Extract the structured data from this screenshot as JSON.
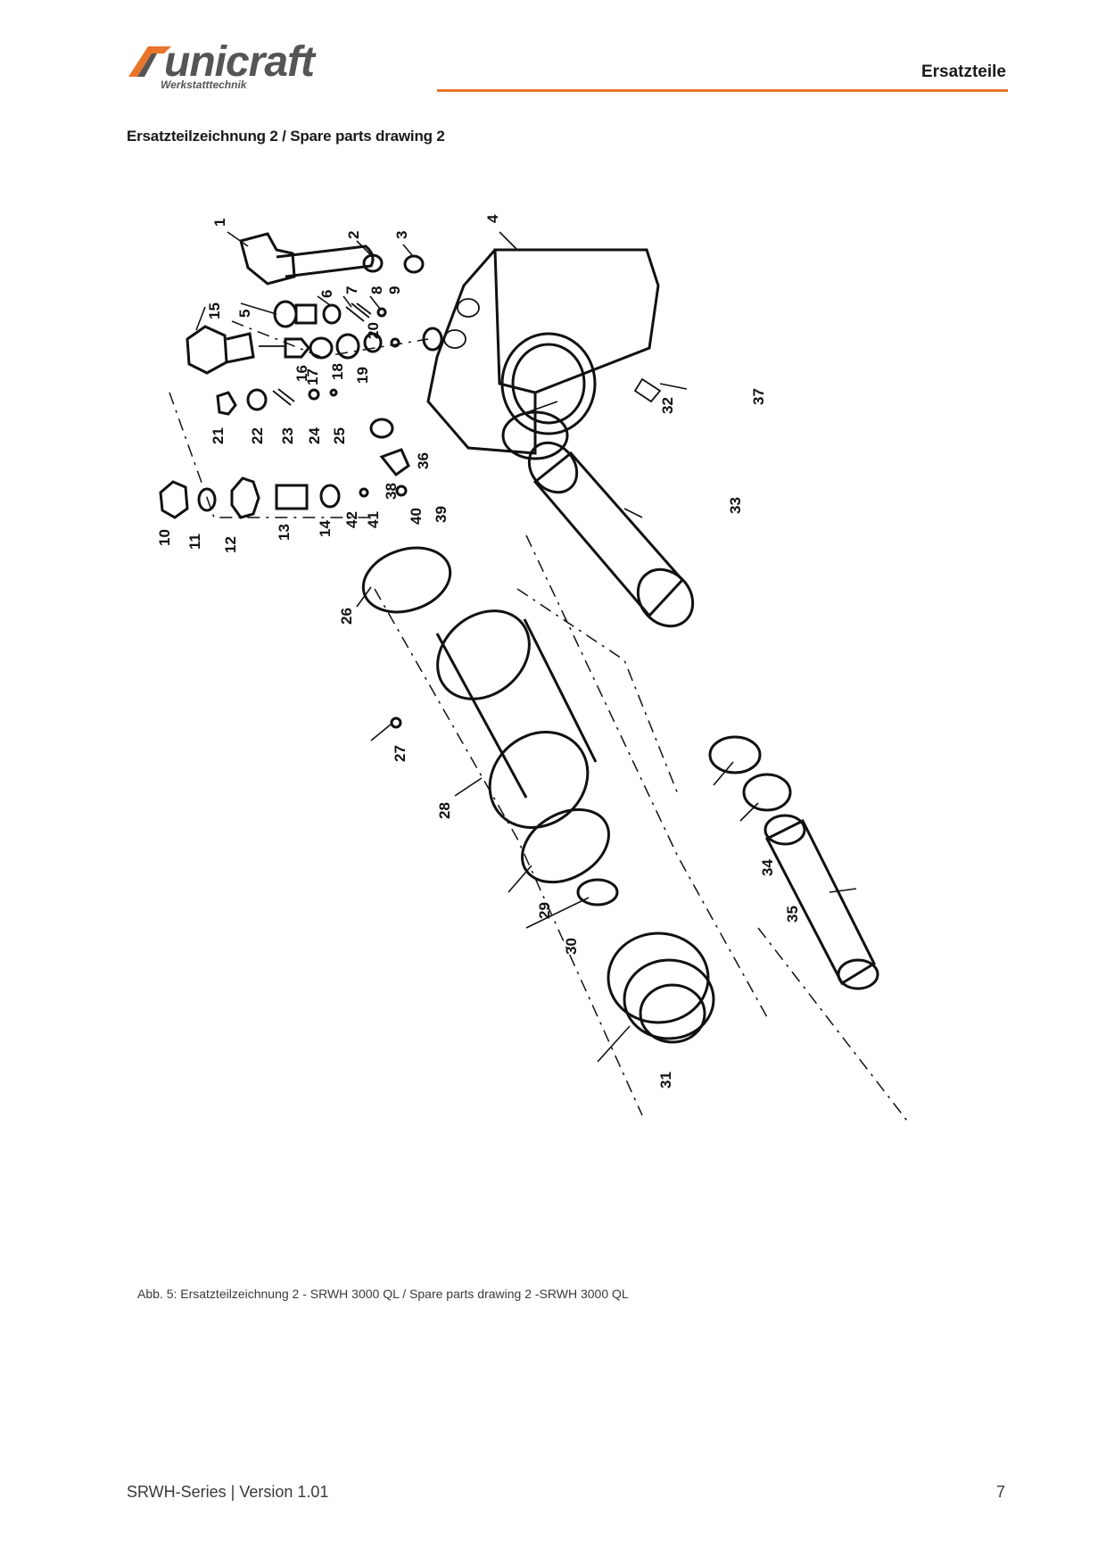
{
  "header": {
    "brand": "unicraft",
    "brand_tagline": "Werkstatttechnik",
    "section": "Ersatzteile",
    "accent_color": "#e87529"
  },
  "title": "Ersatzteilzeichnung 2 / Spare parts drawing 2",
  "drawing": {
    "part_numbers": [
      "1",
      "2",
      "3",
      "4",
      "5",
      "6",
      "7",
      "8",
      "9",
      "10",
      "11",
      "12",
      "13",
      "14",
      "15",
      "16",
      "17",
      "18",
      "19",
      "20",
      "21",
      "22",
      "23",
      "24",
      "25",
      "26",
      "27",
      "28",
      "29",
      "30",
      "31",
      "32",
      "33",
      "34",
      "35",
      "36",
      "37",
      "38",
      "39",
      "40",
      "41",
      "42"
    ]
  },
  "caption": "Abb. 5: Ersatzteilzeichnung 2 - SRWH 3000 QL / Spare parts drawing 2 -SRWH 3000 QL",
  "footer": {
    "left": "SRWH-Series | Version 1.01",
    "right": "7"
  }
}
